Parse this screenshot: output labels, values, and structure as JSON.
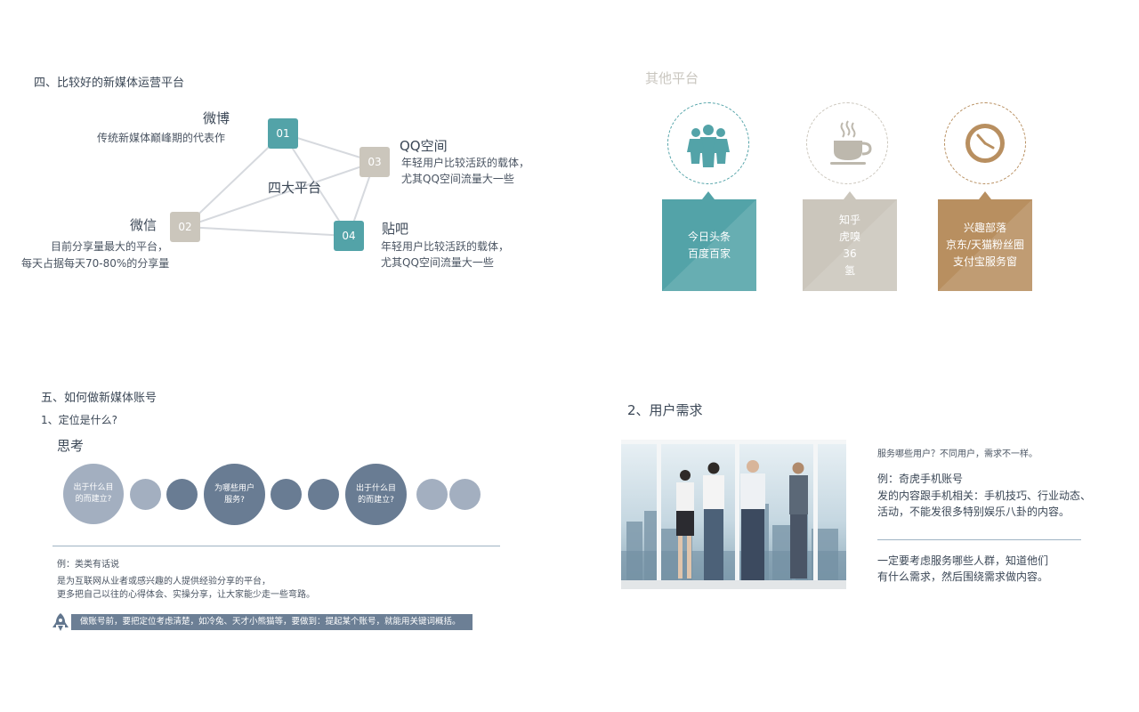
{
  "q1": {
    "title": "四、比较好的新媒体运营平台",
    "center_label": "四大平台",
    "nodes": [
      {
        "num": "01",
        "name": "微博",
        "desc": [
          "传统新媒体巅峰期的代表作"
        ]
      },
      {
        "num": "02",
        "name": "微信",
        "desc": [
          "目前分享量最大的平台，",
          "每天占据每天70-80%的分享量"
        ]
      },
      {
        "num": "03",
        "name": "QQ空间",
        "desc": [
          "年轻用户比较活跃的载体，",
          "尤其QQ空间流量大一些"
        ]
      },
      {
        "num": "04",
        "name": "贴吧",
        "desc": [
          "年轻用户比较活跃的载体，",
          "尤其QQ空间流量大一些"
        ]
      }
    ]
  },
  "q2": {
    "title": "其他平台",
    "platforms": [
      {
        "icon": "people-group-icon",
        "color": "#53a3a8",
        "lines": [
          "今日头条",
          "百度百家"
        ]
      },
      {
        "icon": "coffee-cup-icon",
        "color": "#cbc6bc",
        "lines": [
          "知乎",
          "虎嗅",
          "36",
          "氢"
        ]
      },
      {
        "icon": "clock-icon",
        "color": "#b88f60",
        "lines": [
          "兴趣部落",
          "京东/天猫粉丝圈",
          "支付宝服务窗"
        ]
      }
    ]
  },
  "q3": {
    "title": "五、如何做新媒体账号",
    "subtitle": "1、定位是什么?",
    "think": "思考",
    "bubbles": [
      "出于什么目的而建立?",
      "为哪些用户服务?",
      "出于什么目的而建立?"
    ],
    "example_label": "例：类类有话说",
    "example_lines": [
      "是为互联网从业者或感兴趣的人提供经验分享的平台，",
      "更多把自己以往的心得体会、实操分享，让大家能少走一些弯路。"
    ],
    "tip": "做账号前，要把定位考虑清楚，如冷兔、天才小熊猫等，要做到：提起某个账号，就能用关键词概括。"
  },
  "q4": {
    "title": "2、用户需求",
    "line1": "服务哪些用户？不同用户，需求不一样。",
    "example_label": "例：奇虎手机账号",
    "example_lines": [
      "发的内容跟手机相关：手机技巧、行业动态、",
      "活动，不能发很多特别娱乐八卦的内容。"
    ],
    "conclusion_lines": [
      "一定要考虑服务哪些人群，知道他们",
      "有什么需求，然后围绕需求做内容。"
    ]
  }
}
